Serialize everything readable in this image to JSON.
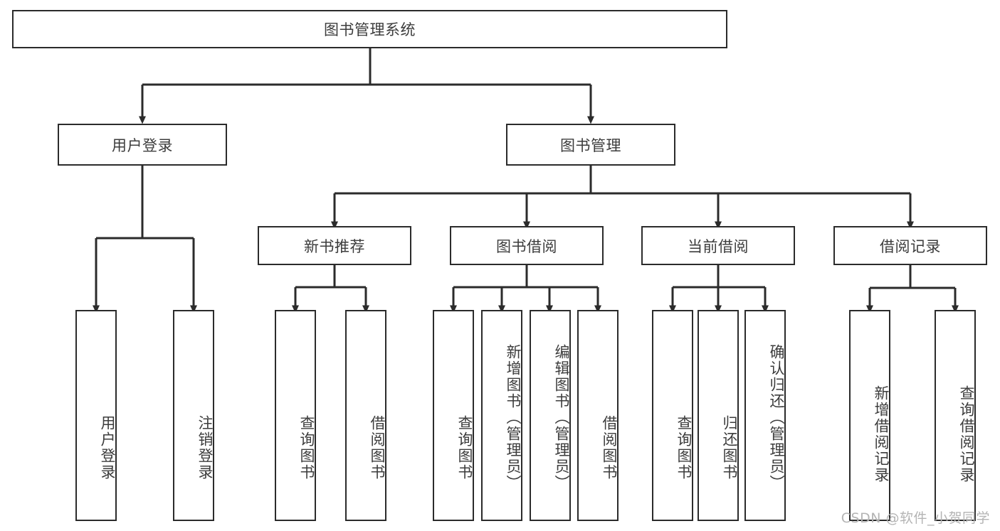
{
  "diagram": {
    "type": "tree-hierarchy",
    "title": "图书管理系统",
    "orientation": "top-down",
    "colors": {
      "box_border": "#2b2b2b",
      "box_fill": "#ffffff",
      "text": "#3c3c3c",
      "connector": "#2b2b2b",
      "watermark": "#b4b4b4",
      "background": "#ffffff"
    },
    "root": {
      "label": "图书管理系统"
    },
    "level2": [
      {
        "label": "用户登录"
      },
      {
        "label": "图书管理"
      }
    ],
    "level3": [
      {
        "label": "新书推荐"
      },
      {
        "label": "图书借阅"
      },
      {
        "label": "当前借阅"
      },
      {
        "label": "借阅记录"
      }
    ],
    "leaves": {
      "user_login": [
        {
          "label": "用户登录"
        },
        {
          "label": "注销登录"
        }
      ],
      "new_book_recommend": [
        {
          "label": "查询图书"
        },
        {
          "label": "借阅图书"
        }
      ],
      "book_borrow": [
        {
          "label": "查询图书"
        },
        {
          "label": "新增图书（管理员）"
        },
        {
          "label": "编辑图书（管理员）"
        },
        {
          "label": "借阅图书"
        }
      ],
      "current_borrow": [
        {
          "label": "查询图书"
        },
        {
          "label": "归还图书"
        },
        {
          "label": "确认归还（管理员）"
        }
      ],
      "borrow_record": [
        {
          "label": "新增借阅记录"
        },
        {
          "label": "查询借阅记录"
        }
      ]
    },
    "watermark": "CSDN @软件_小贺同学"
  }
}
